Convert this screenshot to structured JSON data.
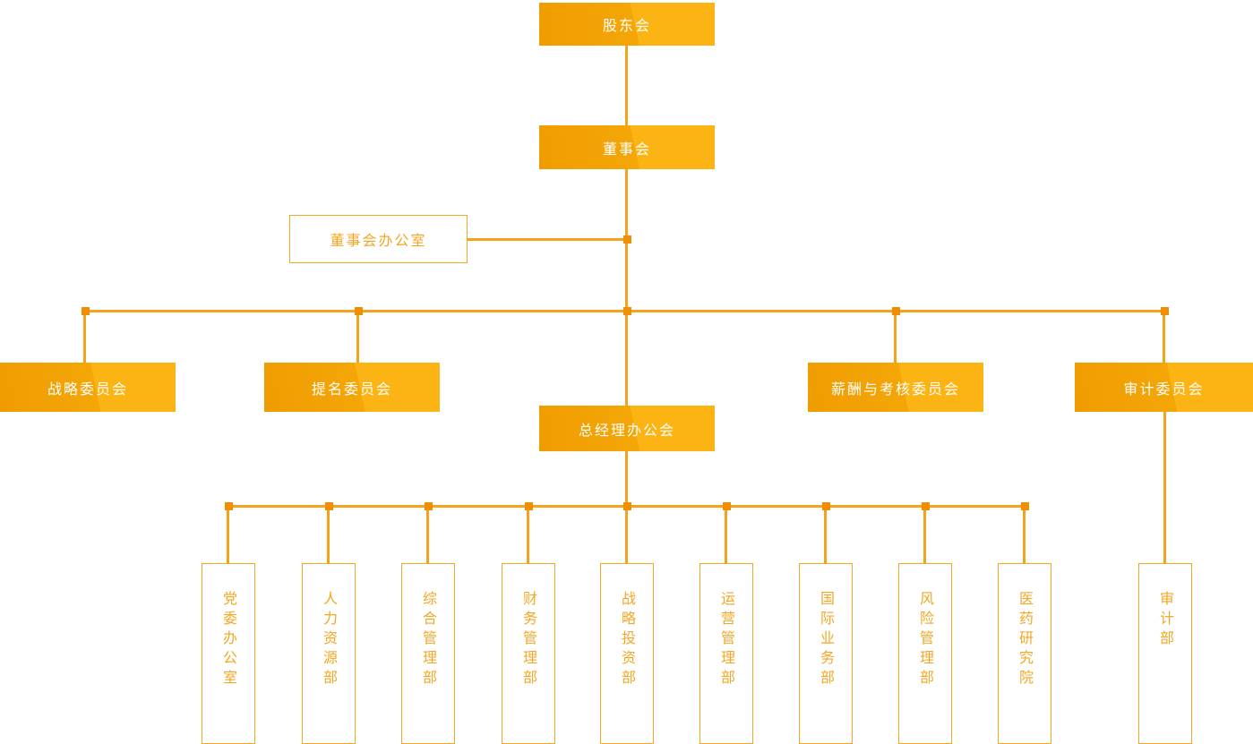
{
  "org": {
    "root": "股东会",
    "board": "董事会",
    "board_office": "董事会办公室",
    "committees": [
      "战略委员会",
      "提名委员会",
      "薪酬与考核委员会",
      "审计委员会"
    ],
    "gm_office": "总经理办公会",
    "departments": [
      "党委办公室",
      "人力资源部",
      "综合管理部",
      "财务管理部",
      "战略投资部",
      "运营管理部",
      "国际业务部",
      "风险管理部",
      "医药研究院"
    ],
    "audit_department": "审计部"
  },
  "palette": {
    "box_orange_dark": "#F09C00",
    "box_orange_light": "#FCB414",
    "line_orange": "#F7A21D",
    "node_orange": "#EF8F00",
    "outline_text_orange": "#F5A623",
    "filled_text": "#FFFFFF"
  }
}
